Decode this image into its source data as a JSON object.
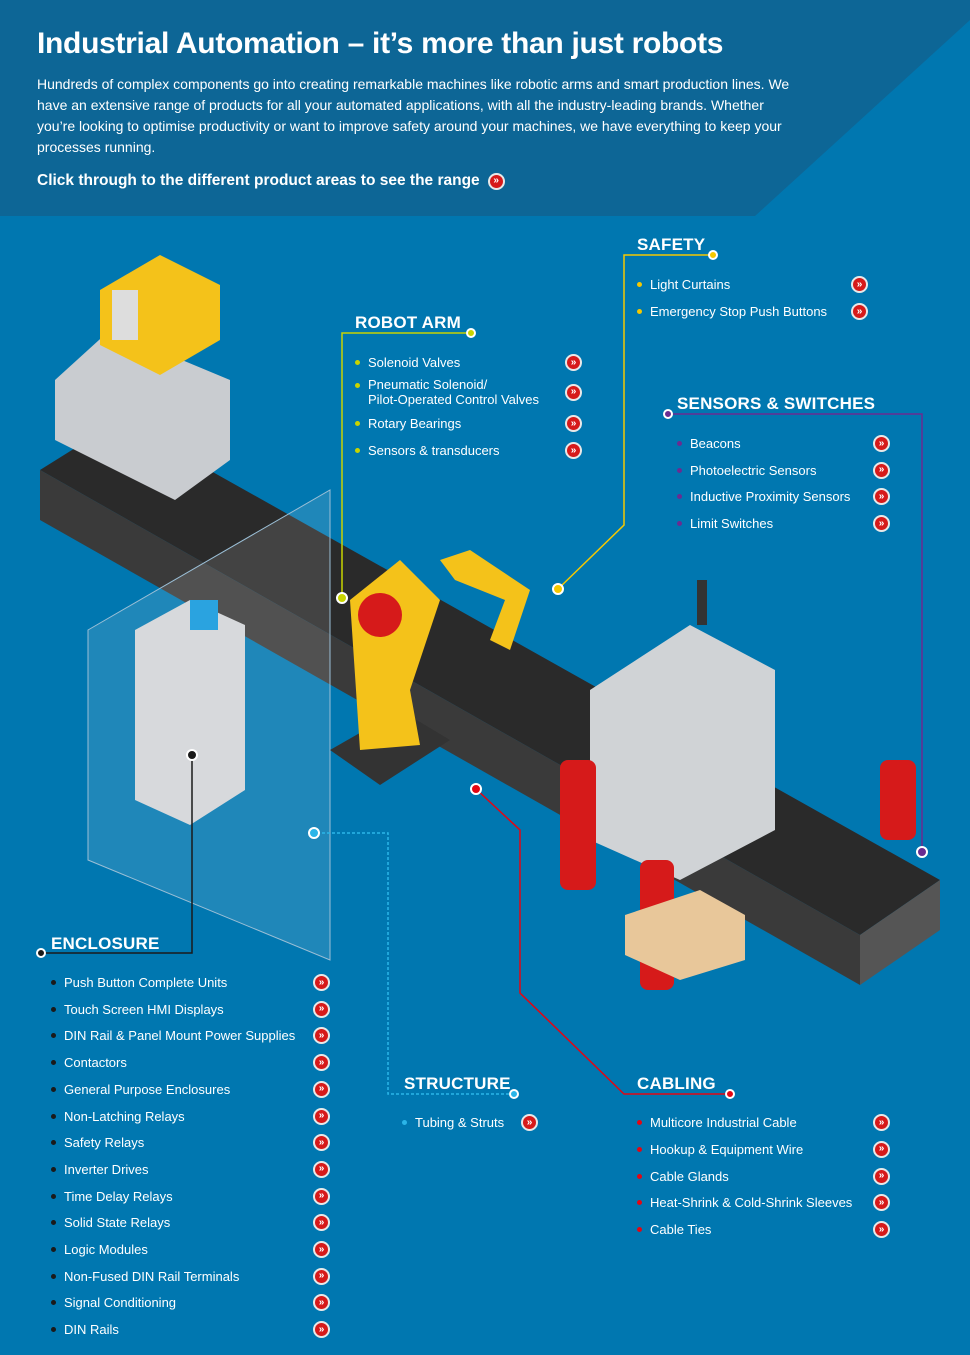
{
  "header": {
    "title": "Industrial Automation – it’s more than just robots",
    "intro": "Hundreds of complex components go into creating remarkable machines like robotic arms and smart production lines. We have an extensive range of products for all your automated applications, with all the industry-leading brands. Whether you’re looking to optimise productivity or want to improve safety around your machines, we have everything to keep your processes running.",
    "cta": "Click through to the different product areas to see the range",
    "button_icon": "double-chevron-right"
  },
  "colors": {
    "background": "#0077b0",
    "header": "#0d6696",
    "button": "#d61a1a",
    "safety": "#f5c800",
    "robot_arm": "#c8d400",
    "sensors": "#6a2c91",
    "enclosure": "#1a1a1a",
    "structure": "#2bb5e8",
    "cabling": "#e30613"
  },
  "sections": {
    "safety": {
      "title": "SAFETY",
      "items": [
        "Light Curtains",
        "Emergency Stop Push Buttons"
      ]
    },
    "robot_arm": {
      "title": "ROBOT ARM",
      "items": [
        "Solenoid Valves",
        "Pneumatic Solenoid/\nPilot-Operated Control Valves",
        "Rotary Bearings",
        "Sensors & transducers"
      ]
    },
    "sensors": {
      "title": "SENSORS & SWITCHES",
      "items": [
        "Beacons",
        "Photoelectric Sensors",
        "Inductive Proximity Sensors",
        "Limit Switches"
      ]
    },
    "enclosure": {
      "title": "ENCLOSURE",
      "items": [
        "Push Button Complete Units",
        "Touch Screen HMI Displays",
        "DIN Rail & Panel Mount Power Supplies",
        "Contactors",
        "General Purpose Enclosures",
        "Non-Latching Relays",
        "Safety Relays",
        "Inverter Drives",
        "Time Delay Relays",
        "Solid State Relays",
        "Logic Modules",
        "Non-Fused DIN Rail Terminals",
        "Signal Conditioning",
        "DIN Rails"
      ]
    },
    "structure": {
      "title": "STRUCTURE",
      "items": [
        "Tubing & Struts"
      ]
    },
    "cabling": {
      "title": "CABLING",
      "items": [
        "Multicore Industrial Cable",
        "Hookup & Equipment Wire",
        "Cable Glands",
        "Heat-Shrink & Cold-Shrink Sleeves",
        "Cable Ties"
      ]
    }
  }
}
